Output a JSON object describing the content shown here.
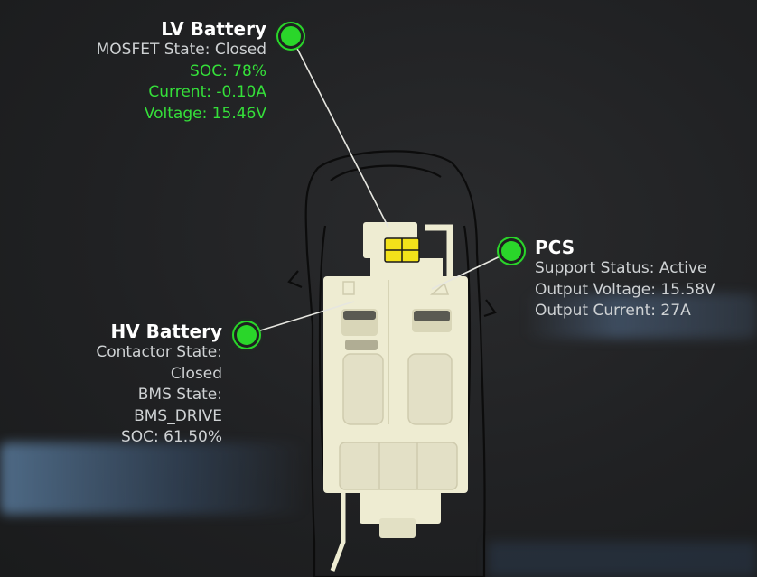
{
  "lv_battery": {
    "title": "LV Battery",
    "mosfet_state": "MOSFET State: Closed",
    "soc": "SOC: 78%",
    "current": "Current: -0.10A",
    "voltage": "Voltage: 15.46V"
  },
  "pcs": {
    "title": "PCS",
    "support_status": "Support Status: Active",
    "output_voltage": "Output Voltage: 15.58V",
    "output_current": "Output Current: 27A"
  },
  "hv_battery": {
    "title": "HV Battery",
    "contactor_state_label": "Contactor State:",
    "contactor_state_value": "Closed",
    "bms_state_label": "BMS State:",
    "bms_state_value": "BMS_DRIVE",
    "soc": "SOC: 61.50%"
  },
  "colors": {
    "ok_green": "#35e03a",
    "status_dot": "#2ad62a",
    "background": "#1f2021",
    "highlight_yellow": "#f2e21a",
    "car_fill": "#eeecd2"
  },
  "icons": {
    "status": "status-ok-dot-icon",
    "car": "car-topview-diagram-icon"
  }
}
